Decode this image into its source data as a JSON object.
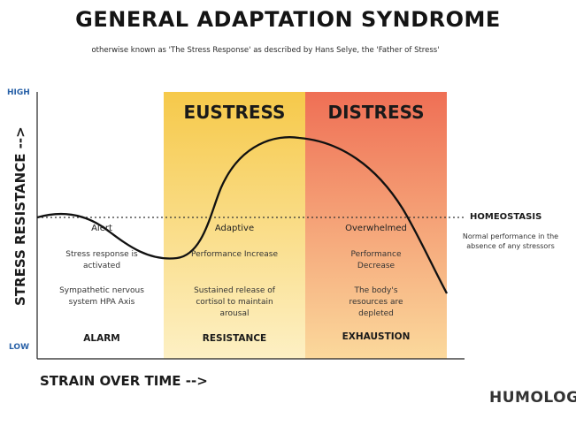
{
  "title": "GENERAL ADAPTATION SYNDROME",
  "subtitle": "otherwise known as 'The Stress Response' as described by Hans Selye, the 'Father of Stress'",
  "axes": {
    "y_label": "STRESS RESISTANCE -->",
    "x_label": "STRAIN OVER TIME -->",
    "high": "HIGH",
    "low": "LOW"
  },
  "phases": {
    "eustress": "EUSTRESS",
    "distress": "DISTRESS"
  },
  "columns": [
    {
      "state": "Alert",
      "desc1": "Stress response is activated",
      "desc2": "Sympathetic nervous system HPA Axis",
      "stage": "ALARM"
    },
    {
      "state": "Adaptive",
      "desc1": "Performance Increase",
      "desc2": "Sustained release of cortisol to maintain arousal",
      "stage": "RESISTANCE"
    },
    {
      "state": "Overwhelmed",
      "desc1": "Performance Decrease",
      "desc2": "The body's resources are depleted",
      "stage": "EXHAUSTION"
    }
  ],
  "homeostasis": {
    "label": "HOMEOSTASIS",
    "desc": "Normal performance in the absence of any stressors"
  },
  "brand": "HUMOLOGY",
  "colors": {
    "eustress_top": "#f6c94a",
    "eustress_bottom": "#fdf0c4",
    "distress_top": "#f07a5a",
    "distress_bottom": "#fbd79a",
    "axis_text": "#2a62a8",
    "curve": "#111111"
  }
}
